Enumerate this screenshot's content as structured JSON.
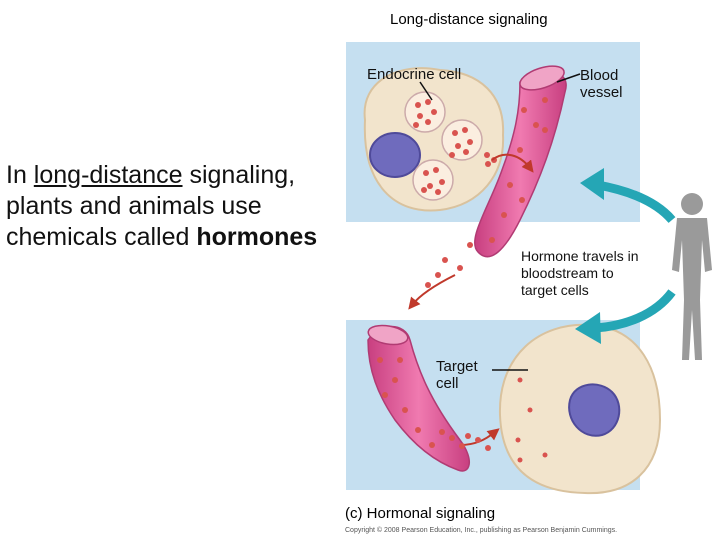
{
  "title": "Long-distance signaling",
  "lead": {
    "prefix": "In ",
    "underlined": "long-distance",
    "middle": " signaling, plants and animals use chemicals called ",
    "bold": "hormones"
  },
  "labels": {
    "endocrine_cell": "Endocrine cell",
    "blood_vessel": "Blood vessel",
    "hormone_travels": "Hormone travels in bloodstream to target cells",
    "target_cell": "Target cell"
  },
  "caption": "(c) Hormonal signaling",
  "copyright": "Copyright © 2008 Pearson Education, Inc., publishing as Pearson Benjamin Cummings.",
  "colors": {
    "panel_bg": "#c5dff0",
    "vessel": "#e35a98",
    "cell": "#f2e4cc",
    "nucleus": "#6f6bbd",
    "hormone": "#d9534f",
    "arrow_teal": "#25a6b5",
    "human": "#9a9a9a"
  }
}
